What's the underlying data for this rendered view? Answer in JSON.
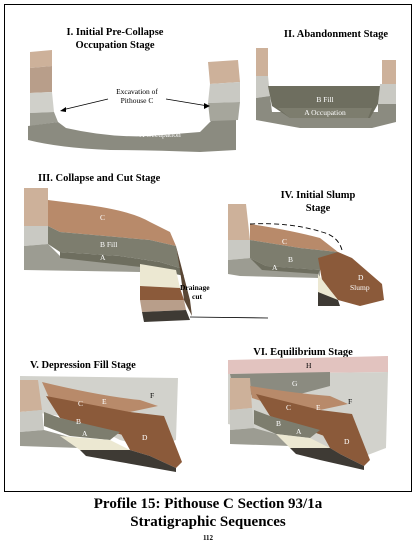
{
  "panels": {
    "p1": {
      "title1": "I. Initial Pre-Collapse",
      "title2": "Occupation Stage",
      "callout1": "Excavation of",
      "callout2": "Pithouse C",
      "label_a": "A Occupation"
    },
    "p2": {
      "title": "II. Abandonment Stage",
      "label_bfill": "B Fill",
      "label_a": "A Occupation"
    },
    "p3": {
      "title": "III. Collapse and Cut Stage",
      "label_c": "C",
      "label_bfill": "B Fill",
      "label_a": "A",
      "callout1": "Drainage",
      "callout2": "cut"
    },
    "p4": {
      "title1": "IV. Initial Slump",
      "title2": "Stage",
      "label_c": "C",
      "label_b": "B",
      "label_a": "A",
      "label_d": "D",
      "label_slump": "Slump"
    },
    "p5": {
      "title": "V. Depression Fill Stage",
      "label_c": "C",
      "label_e": "E",
      "label_f": "F",
      "label_b": "B",
      "label_a": "A",
      "label_d": "D"
    },
    "p6": {
      "title": "VI. Equilibrium Stage",
      "label_h": "H",
      "label_g": "G",
      "label_c": "C",
      "label_e": "E",
      "label_f": "F",
      "label_b": "B",
      "label_a": "A",
      "label_d": "D"
    }
  },
  "caption": {
    "line1": "Profile 15: Pithouse C Section 93/1a",
    "line2": "Stratigraphic Sequences"
  },
  "page_number": "112",
  "colors": {
    "tan": "#cdb19a",
    "light_gray": "#c9c9c3",
    "mid_gray": "#8b8b80",
    "dark_olive": "#6e6e5f",
    "brown": "#8b5a3a",
    "pale_yellow": "#ece8d2",
    "pink": "#e2c3bf",
    "light_panel": "#d2d2cc"
  }
}
